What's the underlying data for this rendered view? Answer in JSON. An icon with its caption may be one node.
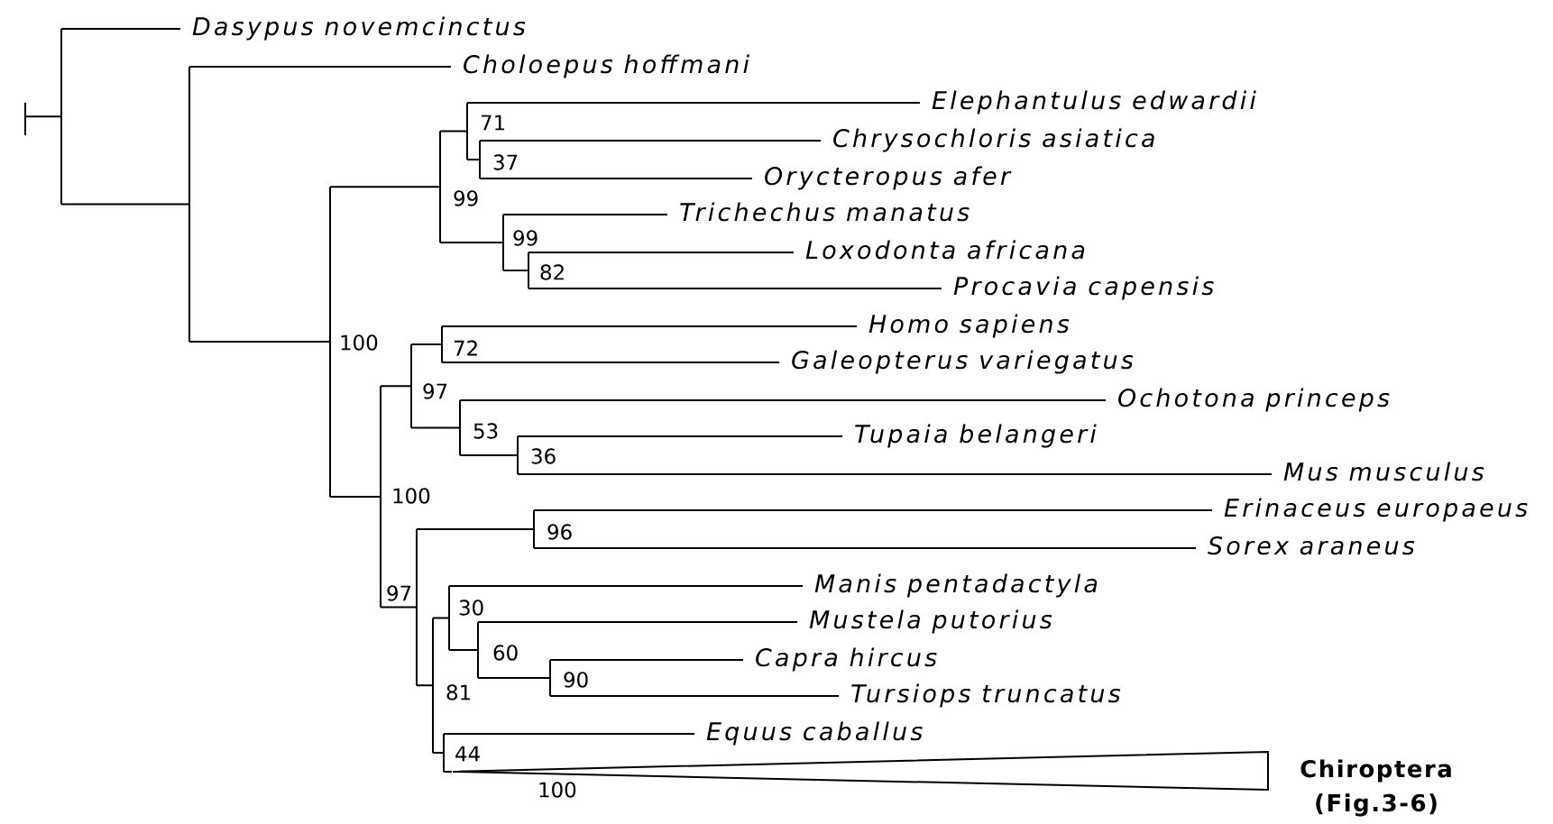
{
  "diagram": {
    "nodes": [
      {
        "text": [],
        "shape": "bar"
      },
      {
        "text": [
          "Dasypus novemcinctus"
        ]
      },
      {
        "text": [],
        "shape": "bar"
      },
      {
        "text": [
          "Choloepus hoffmani"
        ]
      },
      {
        "text": [],
        "shape": "bar",
        "beside": [
          "100"
        ]
      },
      {
        "text": [],
        "shape": "bar",
        "beside": [
          "99"
        ]
      },
      {
        "text": [],
        "shape": "bar",
        "beside": [
          "71"
        ]
      },
      {
        "text": [
          "Elephantulus edwardii"
        ]
      },
      {
        "text": [],
        "shape": "bar",
        "beside": [
          "37"
        ]
      },
      {
        "text": [
          "Chrysochloris asiatica"
        ]
      },
      {
        "text": [
          "Orycteropus afer"
        ]
      },
      {
        "text": [],
        "shape": "bar",
        "beside": [
          "99"
        ]
      },
      {
        "text": [
          "Trichechus manatus"
        ]
      },
      {
        "text": [],
        "shape": "bar",
        "beside": [
          "82"
        ]
      },
      {
        "text": [
          "Loxodonta africana"
        ]
      },
      {
        "text": [
          "Procavia capensis"
        ]
      },
      {
        "text": [],
        "shape": "bar",
        "beside": [
          "100"
        ]
      },
      {
        "text": [],
        "shape": "bar",
        "beside": [
          "97"
        ]
      },
      {
        "text": [],
        "shape": "bar",
        "beside": [
          "72"
        ]
      },
      {
        "text": [
          "Homo sapiens"
        ]
      },
      {
        "text": [
          "Galeopterus variegatus"
        ]
      },
      {
        "text": [],
        "shape": "bar",
        "beside": [
          "53"
        ]
      },
      {
        "text": [
          "Ochotona princeps"
        ]
      },
      {
        "text": [],
        "shape": "bar",
        "beside": [
          "36"
        ]
      },
      {
        "text": [
          "Tupaia belangeri"
        ]
      },
      {
        "text": [
          "Mus musculus"
        ]
      },
      {
        "text": [],
        "shape": "bar",
        "beside": [
          "97"
        ]
      },
      {
        "text": [],
        "shape": "bar",
        "beside": [
          "96"
        ]
      },
      {
        "text": [
          "Erinaceus europaeus"
        ]
      },
      {
        "text": [
          "Sorex araneus"
        ]
      },
      {
        "text": [],
        "shape": "bar",
        "beside": [
          "81"
        ]
      },
      {
        "text": [],
        "shape": "bar",
        "beside": [
          "30"
        ]
      },
      {
        "text": [
          "Manis pentadactyla"
        ]
      },
      {
        "text": [],
        "shape": "bar",
        "beside": [
          "60"
        ]
      },
      {
        "text": [
          "Mustela putorius"
        ]
      },
      {
        "text": [],
        "shape": "bar",
        "beside": [
          "90"
        ]
      },
      {
        "text": [
          "Capra hircus"
        ]
      },
      {
        "text": [
          "Tursiops truncatus"
        ]
      },
      {
        "text": [],
        "shape": "bar",
        "beside": [
          "44"
        ]
      },
      {
        "text": [
          "Equus caballus"
        ]
      },
      {
        "text": [
          "Chiroptera (Fig.3-6)"
        ],
        "beside": [
          "100"
        ]
      }
    ],
    "edges": [
      {
        "from": 0,
        "to": 1,
        "arrow": "none"
      },
      {
        "from": 0,
        "to": 2,
        "arrow": "none"
      },
      {
        "from": 2,
        "to": 3,
        "arrow": "none"
      },
      {
        "from": 2,
        "to": 4,
        "arrow": "none"
      },
      {
        "from": 4,
        "to": 5,
        "arrow": "none"
      },
      {
        "from": 5,
        "to": 6,
        "arrow": "none"
      },
      {
        "from": 6,
        "to": 7,
        "arrow": "none"
      },
      {
        "from": 6,
        "to": 8,
        "arrow": "none"
      },
      {
        "from": 8,
        "to": 9,
        "arrow": "none"
      },
      {
        "from": 8,
        "to": 10,
        "arrow": "none"
      },
      {
        "from": 5,
        "to": 11,
        "arrow": "none"
      },
      {
        "from": 11,
        "to": 12,
        "arrow": "none"
      },
      {
        "from": 11,
        "to": 13,
        "arrow": "none"
      },
      {
        "from": 13,
        "to": 14,
        "arrow": "none"
      },
      {
        "from": 13,
        "to": 15,
        "arrow": "none"
      },
      {
        "from": 4,
        "to": 16,
        "arrow": "none"
      },
      {
        "from": 16,
        "to": 17,
        "arrow": "none"
      },
      {
        "from": 17,
        "to": 18,
        "arrow": "none"
      },
      {
        "from": 18,
        "to": 19,
        "arrow": "none"
      },
      {
        "from": 18,
        "to": 20,
        "arrow": "none"
      },
      {
        "from": 17,
        "to": 21,
        "arrow": "none"
      },
      {
        "from": 21,
        "to": 22,
        "arrow": "none"
      },
      {
        "from": 21,
        "to": 23,
        "arrow": "none"
      },
      {
        "from": 23,
        "to": 24,
        "arrow": "none"
      },
      {
        "from": 23,
        "to": 25,
        "arrow": "none"
      },
      {
        "from": 16,
        "to": 26,
        "arrow": "none"
      },
      {
        "from": 26,
        "to": 27,
        "arrow": "none"
      },
      {
        "from": 27,
        "to": 28,
        "arrow": "none"
      },
      {
        "from": 27,
        "to": 29,
        "arrow": "none"
      },
      {
        "from": 26,
        "to": 30,
        "arrow": "none"
      },
      {
        "from": 30,
        "to": 31,
        "arrow": "none"
      },
      {
        "from": 31,
        "to": 32,
        "arrow": "none"
      },
      {
        "from": 31,
        "to": 33,
        "arrow": "none"
      },
      {
        "from": 33,
        "to": 34,
        "arrow": "none"
      },
      {
        "from": 33,
        "to": 35,
        "arrow": "none"
      },
      {
        "from": 35,
        "to": 36,
        "arrow": "none"
      },
      {
        "from": 35,
        "to": 37,
        "arrow": "none"
      },
      {
        "from": 30,
        "to": 38,
        "arrow": "none"
      },
      {
        "from": 38,
        "to": 39,
        "arrow": "none"
      },
      {
        "from": 38,
        "to": 40,
        "arrow": "none"
      }
    ]
  }
}
